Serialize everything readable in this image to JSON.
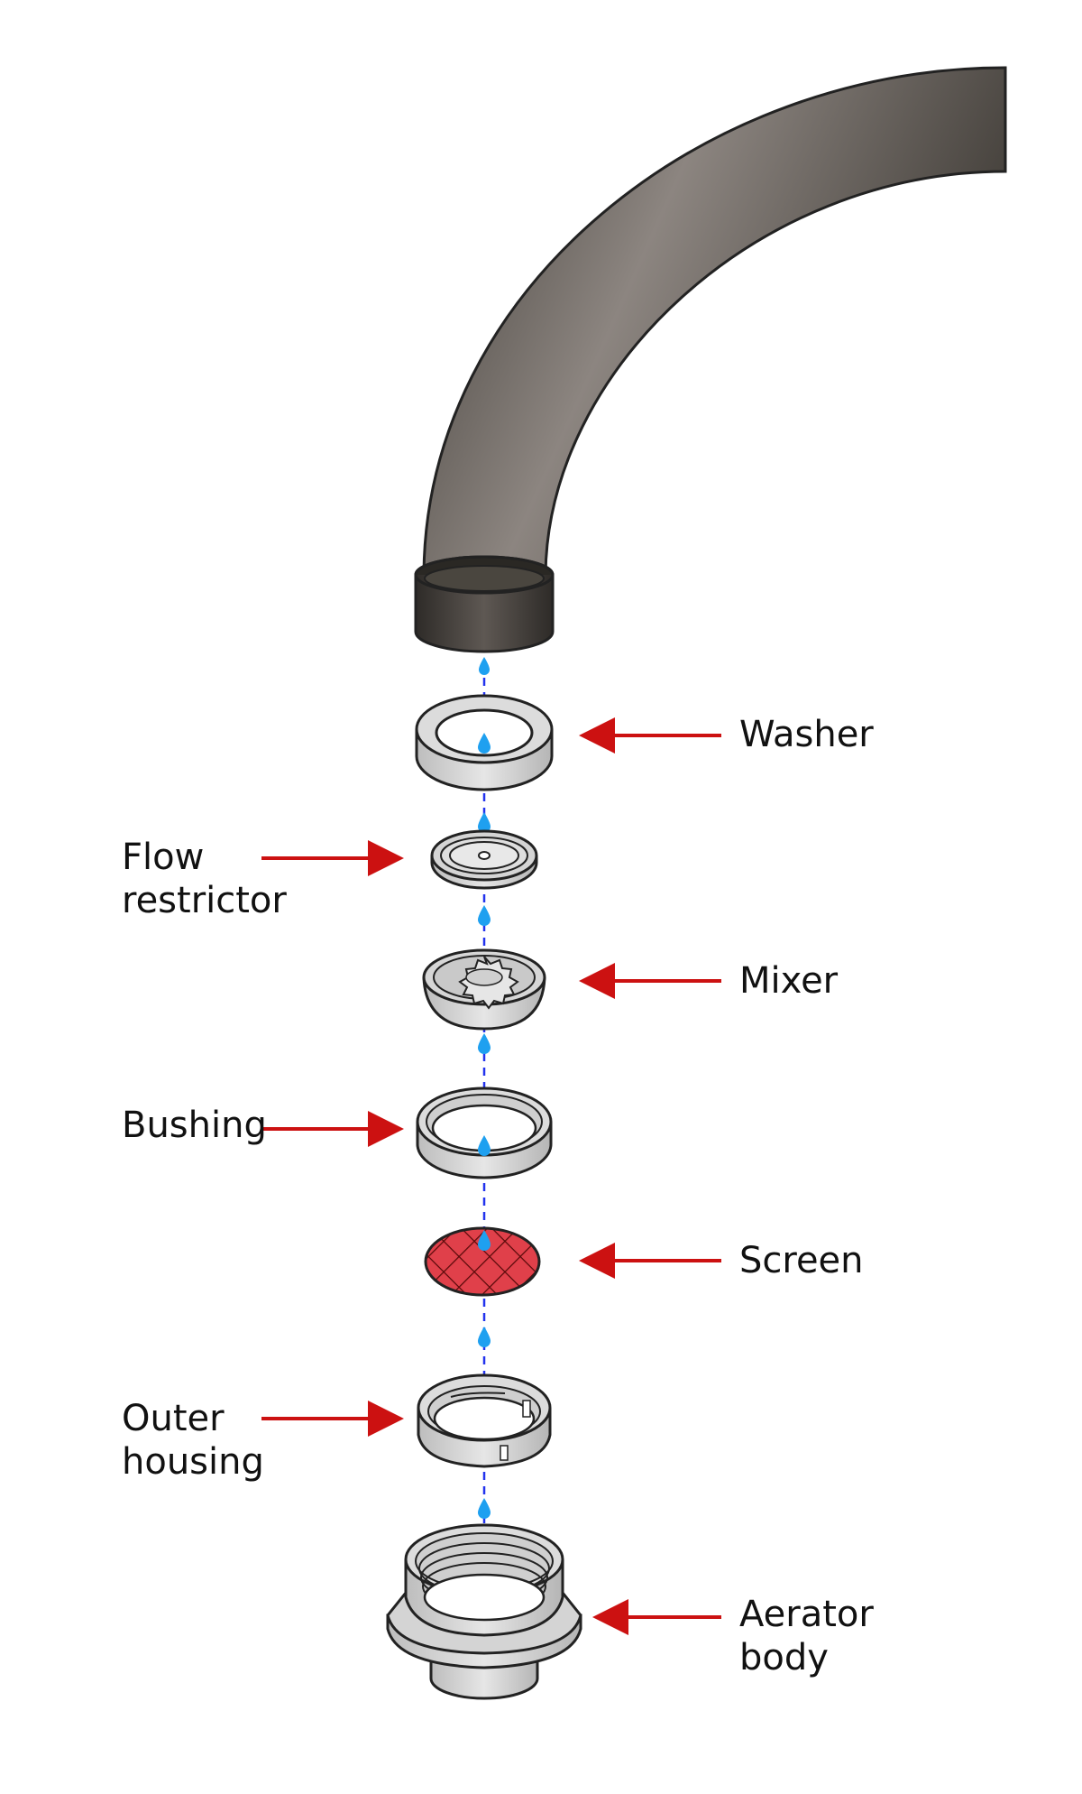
{
  "labels": {
    "washer": "Washer",
    "flow_restrictor": [
      "Flow",
      "restrictor"
    ],
    "mixer": "Mixer",
    "bushing": "Bushing",
    "screen": "Screen",
    "outer_housing": [
      "Outer",
      "housing"
    ],
    "aerator_body": [
      "Aerator",
      "body"
    ]
  },
  "colors": {
    "faucet_dark": "#3e3a35",
    "faucet_light": "#8c8580",
    "part_fill": "#d9d9d9",
    "part_shade": "#bdbdbd",
    "outline": "#222222",
    "arrow": "#cc1111",
    "water_line": "#2233ee",
    "water_drop": "#1ea0f0",
    "screen_fill": "#e0404a"
  }
}
